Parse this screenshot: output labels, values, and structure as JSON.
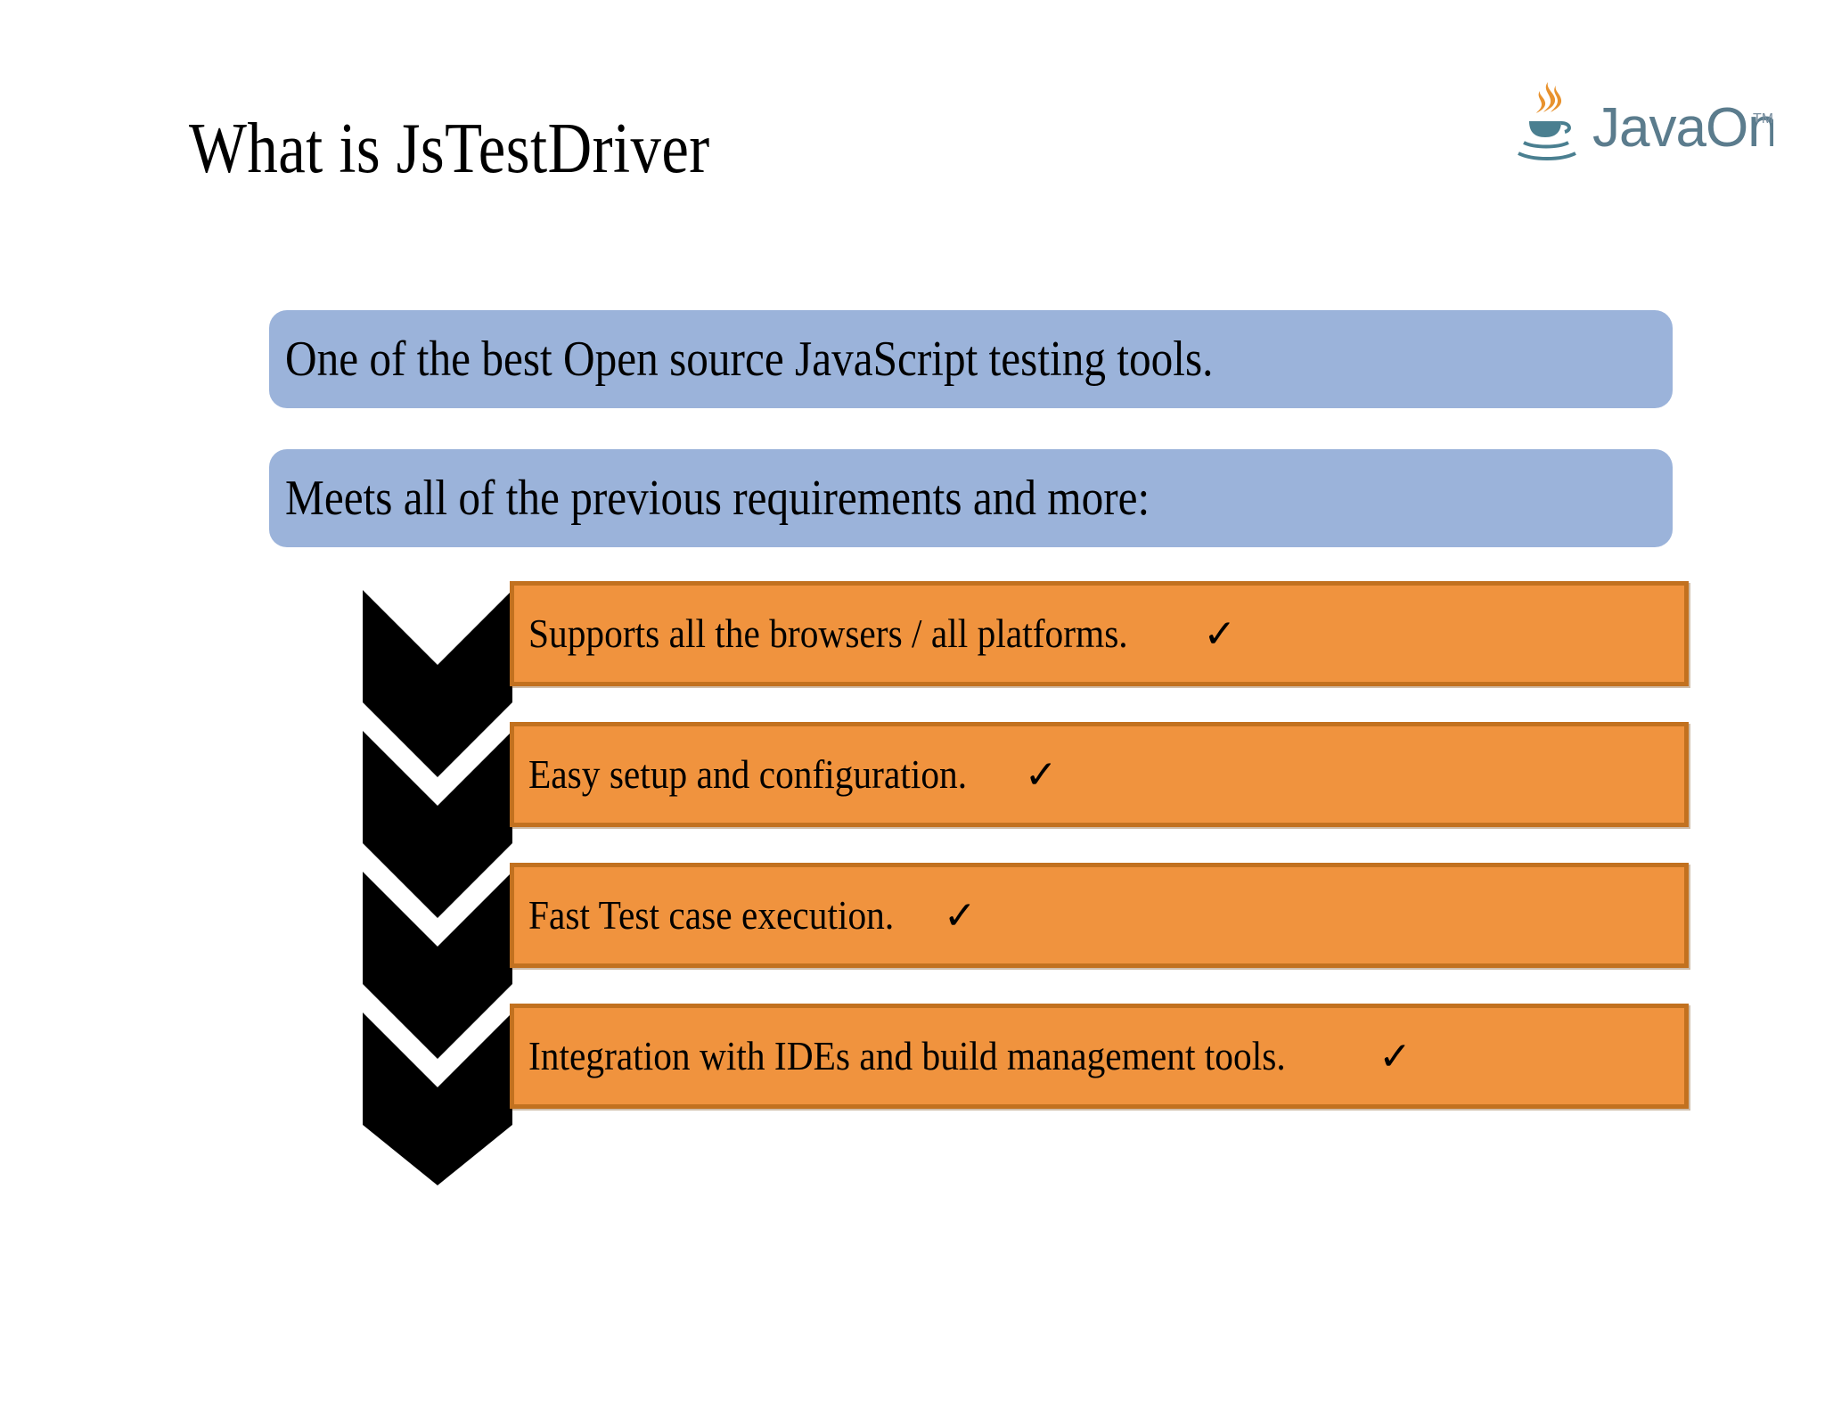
{
  "slide": {
    "title": "What is JsTestDriver",
    "background_color": "#FFFFFF"
  },
  "logo": {
    "name": "JavaOne",
    "wordmark": "JavaOne",
    "trademark": "™",
    "cup_color": "#4A7F90",
    "steam_color": "#E8922E",
    "text_color": "#5B7C8D"
  },
  "banners": [
    {
      "id": "banner-1",
      "text": "One of the best Open source JavaScript testing tools.",
      "fill_color": "#9BB3DA"
    },
    {
      "id": "banner-2",
      "text": "Meets all of the previous requirements and more:",
      "fill_color": "#9BB3DA"
    }
  ],
  "features": {
    "check_glyph": "✓",
    "fill_color": "#F0933E",
    "border_color": "#C2711F",
    "arrow_color": "#000000",
    "items": [
      {
        "id": "feature-1",
        "text": "Supports all the browsers / all platforms."
      },
      {
        "id": "feature-2",
        "text": "Easy setup and configuration."
      },
      {
        "id": "feature-3",
        "text": "Fast Test case execution."
      },
      {
        "id": "feature-4",
        "text": "Integration with IDEs and build management tools."
      }
    ]
  }
}
